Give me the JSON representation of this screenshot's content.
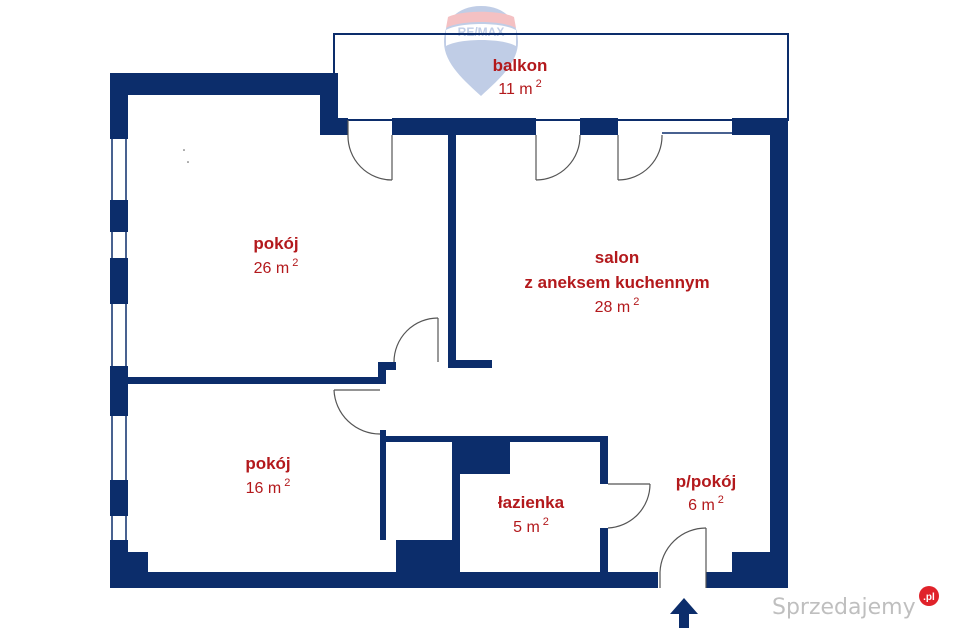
{
  "colors": {
    "wall": "#0c2d6b",
    "label": "#b3191c",
    "door_line": "#555555",
    "watermark": "#bfbfbf",
    "watermark_badge": "#e0222a"
  },
  "logo": {
    "text": "RE/MAX"
  },
  "rooms": [
    {
      "name": "balkon",
      "area": "11 m",
      "sup": "2"
    },
    {
      "name": "pokój",
      "area": "26 m",
      "sup": "2"
    },
    {
      "name": "salon",
      "name2": "z aneksem kuchennym",
      "area": "28 m",
      "sup": "2"
    },
    {
      "name": "pokój",
      "area": "16 m",
      "sup": "2"
    },
    {
      "name": "łazienka",
      "area": "5 m",
      "sup": "2"
    },
    {
      "name": "p/pokój",
      "area": "6 m",
      "sup": "2"
    }
  ],
  "entrance": {
    "icon": "arrow-up-icon"
  },
  "watermark": {
    "text": "Sprzedajemy",
    "badge": ".pl"
  }
}
